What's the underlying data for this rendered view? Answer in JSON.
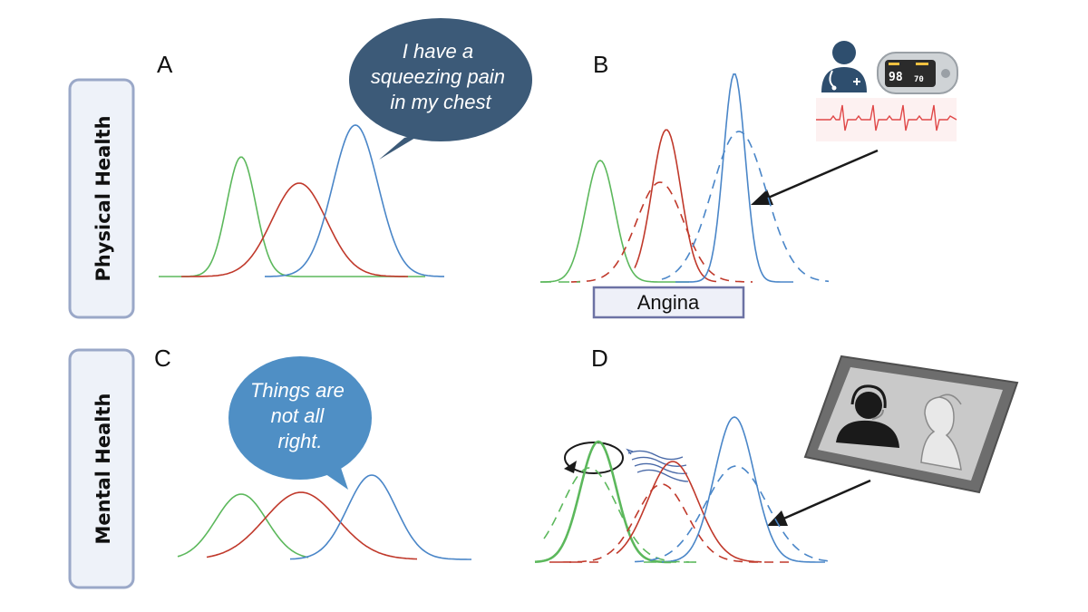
{
  "rows": {
    "physical": "Physical Health",
    "mental": "Mental Health"
  },
  "panels": {
    "a": {
      "letter": "A",
      "bubble_lines": [
        "I have a",
        "squeezing pain",
        "in my chest"
      ]
    },
    "b": {
      "letter": "B",
      "box_label": "Angina",
      "oximeter_readout": [
        "98",
        "70"
      ]
    },
    "c": {
      "letter": "C",
      "bubble_lines": [
        "Things are",
        "not all",
        "right."
      ]
    },
    "d": {
      "letter": "D"
    }
  },
  "colors": {
    "green": "#5cb85c",
    "red": "#c0392b",
    "blue": "#4a86c8",
    "bubble_dark": "#3c5a78",
    "bubble_light": "#4f8fc5",
    "row_label_bg": "#eef2f9",
    "row_label_border": "#9aa8c8",
    "angina_bg": "#eef0f8",
    "angina_border": "#6c72a4",
    "ecg": "#e04848"
  },
  "icons": [
    "doctor-icon",
    "pulse-oximeter-icon",
    "ecg-trace-icon",
    "tablet-icon",
    "headset-agent-icon",
    "patient-silhouette-icon",
    "rotation-arrow-icon",
    "wave-lines-icon"
  ]
}
